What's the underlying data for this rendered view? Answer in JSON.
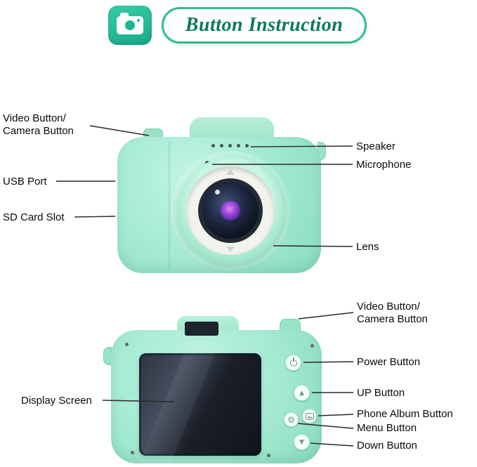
{
  "header": {
    "title": "Button Instruction"
  },
  "front_view": {
    "left_labels": [
      {
        "id": "video-camera-button",
        "text": "Video Button/\nCamera Button"
      },
      {
        "id": "usb-port",
        "text": "USB Port"
      },
      {
        "id": "sd-card-slot",
        "text": "SD Card Slot"
      }
    ],
    "right_labels": [
      {
        "id": "speaker",
        "text": "Speaker"
      },
      {
        "id": "microphone",
        "text": "Microphone"
      },
      {
        "id": "lens",
        "text": "Lens"
      }
    ]
  },
  "back_view": {
    "right_labels": [
      {
        "id": "video-camera-button-back",
        "text": "Video Button/\nCamera Button"
      },
      {
        "id": "power-button",
        "text": "Power Button"
      },
      {
        "id": "up-button",
        "text": "UP Button"
      },
      {
        "id": "phone-album-button",
        "text": "Phone Album Button"
      },
      {
        "id": "menu-button",
        "text": "Menu Button"
      },
      {
        "id": "down-button",
        "text": "Down Button"
      }
    ],
    "left_labels": [
      {
        "id": "display-screen",
        "text": "Display Screen"
      }
    ]
  },
  "icons": {
    "up_arrow": "▲",
    "down_arrow": "▼",
    "gear": "⚙"
  },
  "colors": {
    "camera_body_mint": "#a6ebd2",
    "accent_teal": "#19b894",
    "banner_border": "#2fbe8d",
    "title_color": "#0a7a5e",
    "lens_core_purple": "#8b3fd6",
    "screen_dark": "#1a1f28"
  }
}
